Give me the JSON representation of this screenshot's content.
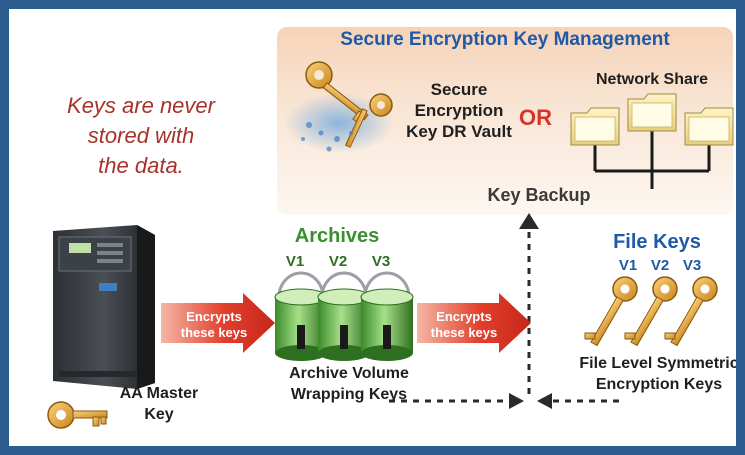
{
  "panel": {
    "title": "Secure Encryption Key Management"
  },
  "motto": {
    "line1": "Keys are never",
    "line2": "stored with",
    "line3": "the data."
  },
  "vault": {
    "line1": "Secure",
    "line2": "Encryption",
    "line3": "Key DR Vault"
  },
  "or_label": "OR",
  "network_share": {
    "label": "Network Share"
  },
  "key_backup": {
    "label": "Key Backup"
  },
  "archives": {
    "title": "Archives",
    "versions": [
      "V1",
      "V2",
      "V3"
    ]
  },
  "file_keys": {
    "title": "File Keys",
    "versions": [
      "V1",
      "V2",
      "V3"
    ]
  },
  "arrows": {
    "left": {
      "line1": "Encrypts",
      "line2": "these keys"
    },
    "middle": {
      "line1": "Encrypts",
      "line2": "these keys"
    }
  },
  "archive_wrapping": {
    "line1": "Archive Volume",
    "line2": "Wrapping Keys"
  },
  "file_symmetric": {
    "line1": "File Level Symmetric",
    "line2": "Encryption Keys"
  },
  "master_key": {
    "line1": "AA Master",
    "line2": "Key"
  },
  "colors": {
    "frame": "#2b5d8e",
    "title_blue": "#1f5aa6",
    "motto_red": "#a8322b",
    "or_red": "#d8342b",
    "archives_green": "#3a8f2e",
    "key_gold": "#e8a530",
    "arrow_red": "#e2402c"
  },
  "icons": [
    "key-icon",
    "folder-icon",
    "server-icon",
    "cylinder-icon",
    "arrow-icon",
    "dashed-arrow-icon"
  ]
}
